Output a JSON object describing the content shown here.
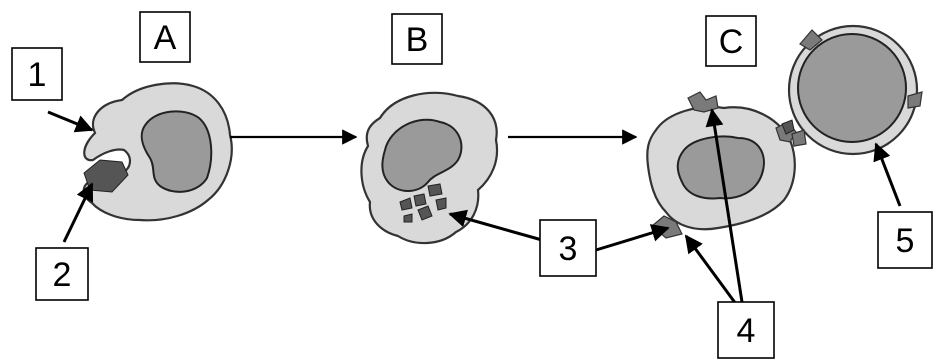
{
  "labels": {
    "stage_a": "A",
    "stage_b": "B",
    "stage_c": "C",
    "n1": "1",
    "n2": "2",
    "n3": "3",
    "n4": "4",
    "n5": "5"
  },
  "colors": {
    "cytoplasm": "#d9d9d9",
    "nucleus": "#9a9a9a",
    "fragments": "#555555",
    "outline": "#000000"
  }
}
